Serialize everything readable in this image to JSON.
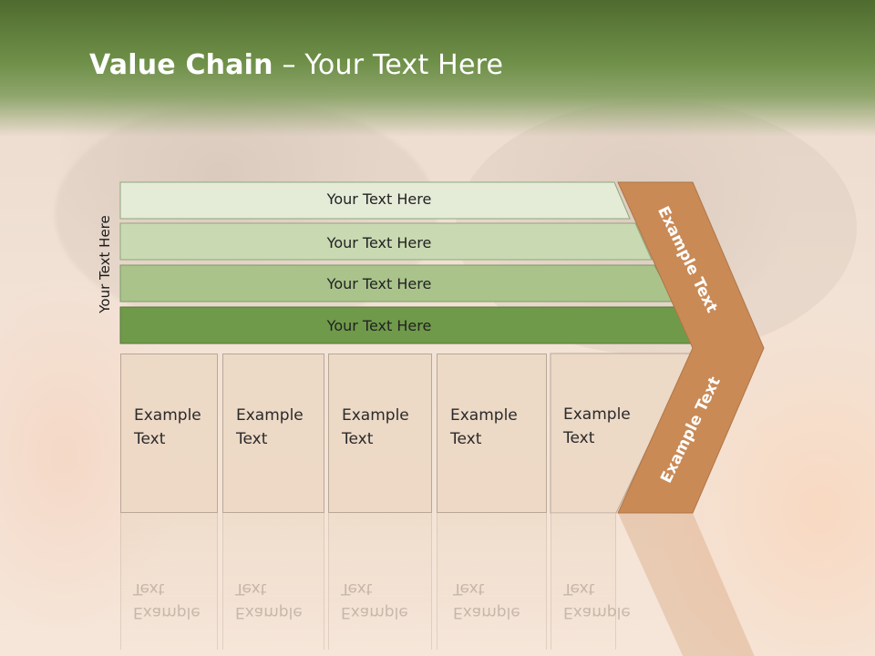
{
  "title": {
    "bold": "Value Chain",
    "rest": " – Your Text Here"
  },
  "side_label": "Your Text Here",
  "bars": [
    {
      "label": "Your Text Here",
      "color": "#e4ecd8"
    },
    {
      "label": "Your Text Here",
      "color": "#c9d9b1"
    },
    {
      "label": "Your Text Here",
      "color": "#a9c38b"
    },
    {
      "label": "Your Text Here",
      "color": "#6f9a4a"
    }
  ],
  "boxes": [
    {
      "line1": "Example",
      "line2": "Text"
    },
    {
      "line1": "Example",
      "line2": "Text"
    },
    {
      "line1": "Example",
      "line2": "Text"
    },
    {
      "line1": "Example",
      "line2": "Text"
    },
    {
      "line1": "Example",
      "line2": "Text"
    }
  ],
  "chevron": {
    "upper_label": "Example Text",
    "lower_label": "Example Text",
    "color": "#c98a56"
  },
  "theme": {
    "title_bar": "#5e7d3c",
    "box_fill": "#ecd8c4"
  }
}
